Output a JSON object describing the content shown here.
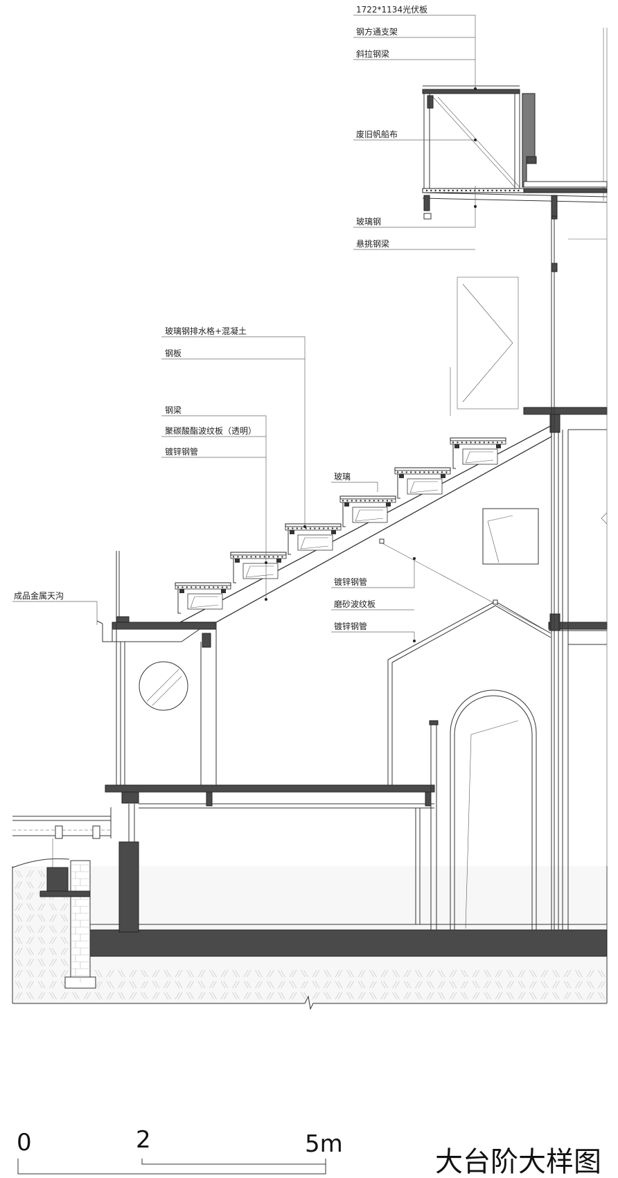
{
  "title": "大台阶大样图",
  "scale_bar": {
    "labels": [
      "0",
      "2",
      "5m"
    ]
  },
  "labels": {
    "pv_panel": "1722*1134光伏板",
    "steel_square_frame": "钢方通支架",
    "diagonal_steel_beam": "斜拉钢梁",
    "old_sailcloth": "废旧帆船布",
    "frp": "玻璃钢",
    "cantilever_beam": "悬挑钢梁",
    "frp_grate_concrete": "玻璃钢排水格+混凝土",
    "steel_plate": "钢板",
    "steel_beam": "钢梁",
    "pc_sheet": "聚碳酸酯波纹板（透明）",
    "galv_pipe_1": "镀锌钢管",
    "glass": "玻璃",
    "gutter": "成品金属天沟",
    "galv_pipe_2": "镀锌钢管",
    "frosted_sheet": "磨砂波纹板",
    "galv_pipe_3": "镀锌钢管"
  }
}
